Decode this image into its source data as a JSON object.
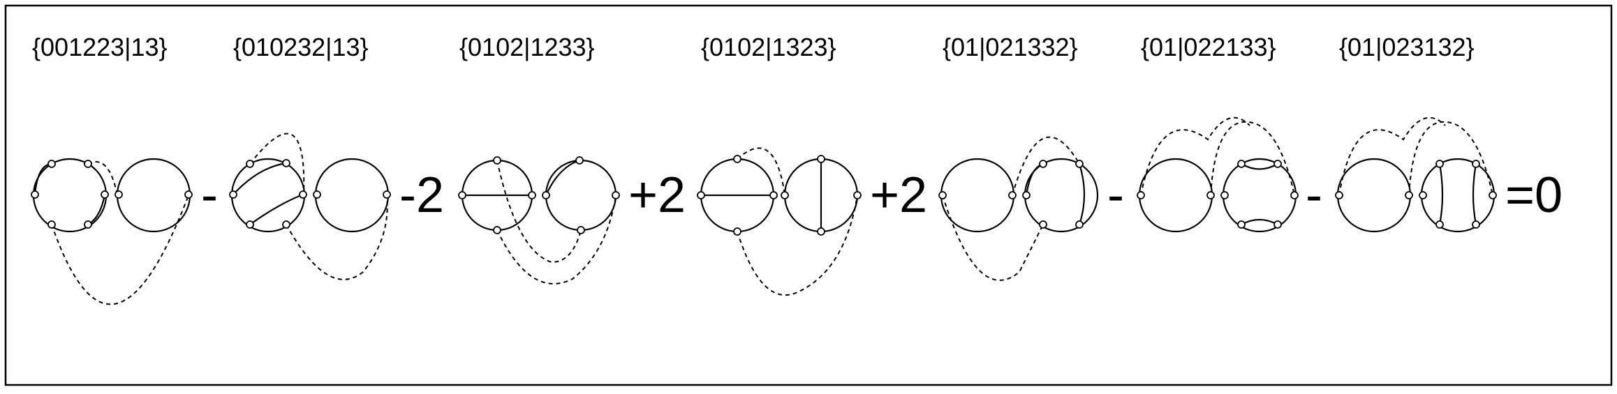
{
  "labels": [
    "{001223|13}",
    "{010232|13}",
    "{0102|1233}",
    "{0102|1323}",
    "{01|021332}",
    "{01|022133}",
    "{01|023132}"
  ],
  "operators": [
    "-",
    "-2",
    "+2",
    "+2",
    "-",
    "-",
    "=0"
  ]
}
